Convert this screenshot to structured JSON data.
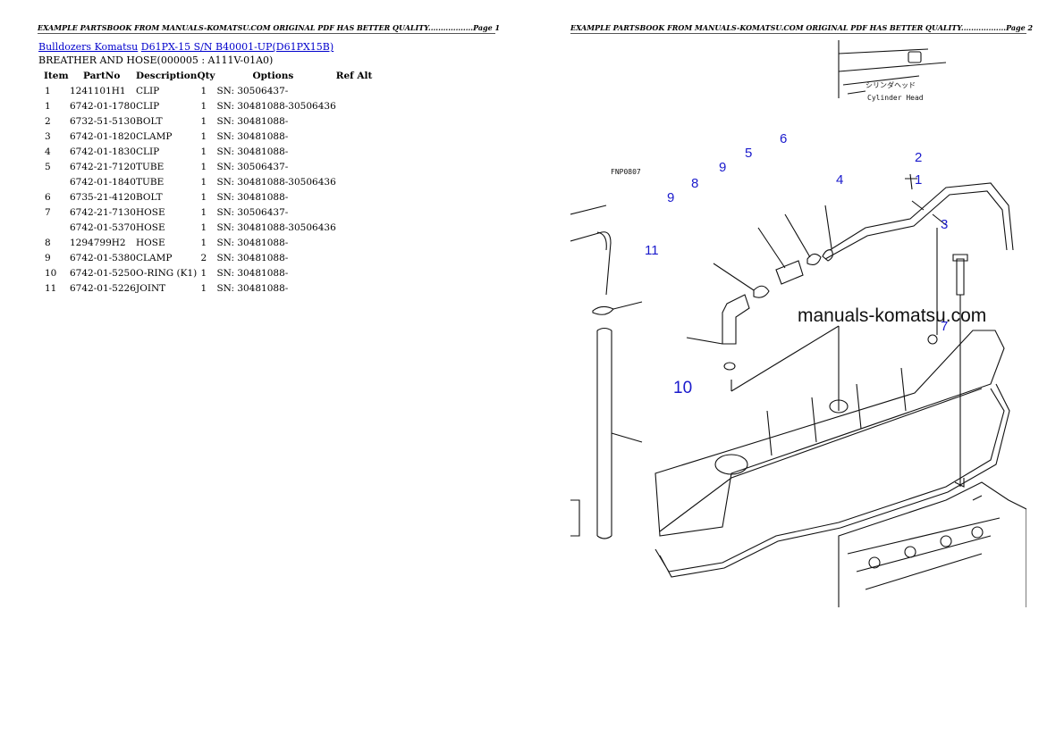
{
  "header": {
    "page1": "EXAMPLE PARTSBOOK FROM MANUALS-KOMATSU.COM ORIGINAL PDF HAS BETTER QUALITY..................Page 1",
    "page2": "EXAMPLE PARTSBOOK FROM MANUALS-KOMATSU.COM ORIGINAL PDF HAS BETTER QUALITY..................Page 2"
  },
  "breadcrumb": {
    "link1": "Bulldozers Komatsu",
    "link2": "D61PX-15 S/N B40001-UP(D61PX15B)"
  },
  "subtitle": "BREATHER AND HOSE(000005 : A111V-01A0)",
  "table": {
    "headers": [
      "Item",
      "PartNo",
      "Description",
      "Qty",
      "Options",
      "Ref Alt"
    ],
    "rows": [
      {
        "item": "1",
        "partno": "1241101H1",
        "desc": "CLIP",
        "qty": "1",
        "options": "SN: 30506437-"
      },
      {
        "item": "1",
        "partno": "6742-01-1780",
        "desc": "CLIP",
        "qty": "1",
        "options": "SN: 30481088-30506436"
      },
      {
        "item": "2",
        "partno": "6732-51-5130",
        "desc": "BOLT",
        "qty": "1",
        "options": "SN: 30481088-"
      },
      {
        "item": "3",
        "partno": "6742-01-1820",
        "desc": "CLAMP",
        "qty": "1",
        "options": "SN: 30481088-"
      },
      {
        "item": "4",
        "partno": "6742-01-1830",
        "desc": "CLIP",
        "qty": "1",
        "options": "SN: 30481088-"
      },
      {
        "item": "5",
        "partno": "6742-21-7120",
        "desc": "TUBE",
        "qty": "1",
        "options": "SN: 30506437-"
      },
      {
        "item": "",
        "partno": "6742-01-1840",
        "desc": "TUBE",
        "qty": "1",
        "options": "SN: 30481088-30506436"
      },
      {
        "item": "6",
        "partno": "6735-21-4120",
        "desc": "BOLT",
        "qty": "1",
        "options": "SN: 30481088-"
      },
      {
        "item": "7",
        "partno": "6742-21-7130",
        "desc": "HOSE",
        "qty": "1",
        "options": "SN: 30506437-"
      },
      {
        "item": "",
        "partno": "6742-01-5370",
        "desc": "HOSE",
        "qty": "1",
        "options": "SN: 30481088-30506436"
      },
      {
        "item": "8",
        "partno": "1294799H2",
        "desc": "HOSE",
        "qty": "1",
        "options": "SN: 30481088-"
      },
      {
        "item": "9",
        "partno": "6742-01-5380",
        "desc": "CLAMP",
        "qty": "2",
        "options": "SN: 30481088-"
      },
      {
        "item": "10",
        "partno": "6742-01-5250",
        "desc": "O-RING (K1)",
        "qty": "1",
        "options": "SN: 30481088-"
      },
      {
        "item": "11",
        "partno": "6742-01-5226",
        "desc": "JOINT",
        "qty": "1",
        "options": "SN: 30481088-"
      }
    ]
  },
  "diagram": {
    "code": "FNP0807",
    "head_label_jp": "シリンダヘッド",
    "head_label_en": "Cylinder Head",
    "watermark": "manuals-komatsu.com",
    "callouts": [
      "6",
      "5",
      "9",
      "2",
      "8",
      "4",
      "1",
      "9",
      "3",
      "11",
      "7",
      "10"
    ]
  }
}
